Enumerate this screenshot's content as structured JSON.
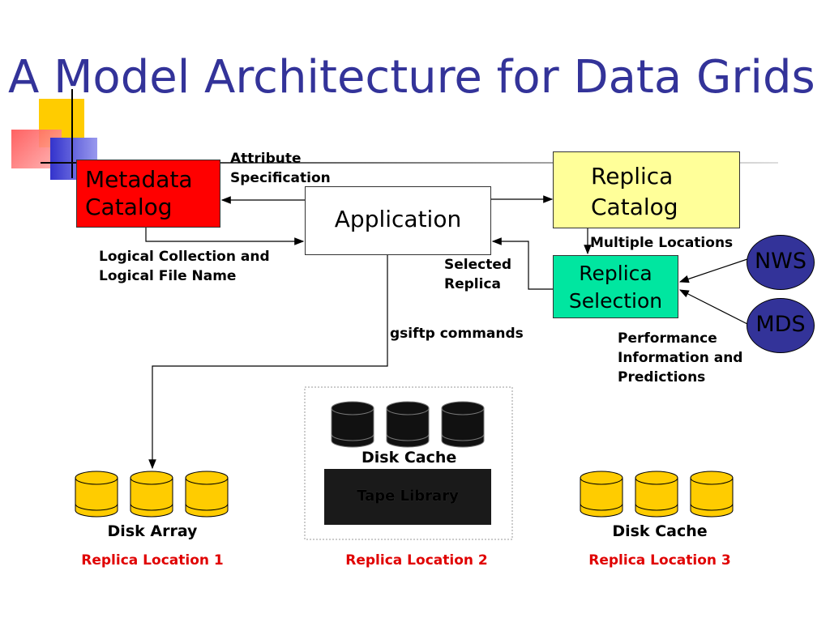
{
  "slide": {
    "title": "A Model Architecture for Data Grids",
    "colors": {
      "title": "#333399",
      "metadata": "#ff0000",
      "replica_catalog": "#ffff99",
      "replica_selection": "#00e6a0",
      "service_node": "#333399",
      "disk_gold": "#ffcc00",
      "cache_black": "#111111"
    }
  },
  "boxes": {
    "metadata_line1": "Metadata",
    "metadata_line2": "Catalog",
    "application": "Application",
    "replica_catalog_line1": "Replica",
    "replica_catalog_line2": "Catalog",
    "replica_selection_line1": "Replica",
    "replica_selection_line2": "Selection",
    "nws": "NWS",
    "mds": "MDS",
    "tape_library": "Tape Library"
  },
  "labels": {
    "attribute_spec_line1": "Attribute",
    "attribute_spec_line2": "Specification",
    "logical_line1": "Logical Collection and",
    "logical_line2": "Logical File Name",
    "selected_line1": "Selected",
    "selected_line2": "Replica",
    "multiple_locations": "Multiple Locations",
    "gsiftp": "gsiftp commands",
    "perf_line1": "Performance",
    "perf_line2": "Information and",
    "perf_line3": "Predictions"
  },
  "locations": [
    {
      "caption": "Disk Array",
      "name": "Replica Location 1"
    },
    {
      "caption": "Disk Cache",
      "name": "Replica Location 2"
    },
    {
      "caption": "Disk Cache",
      "name": "Replica Location 3"
    }
  ]
}
